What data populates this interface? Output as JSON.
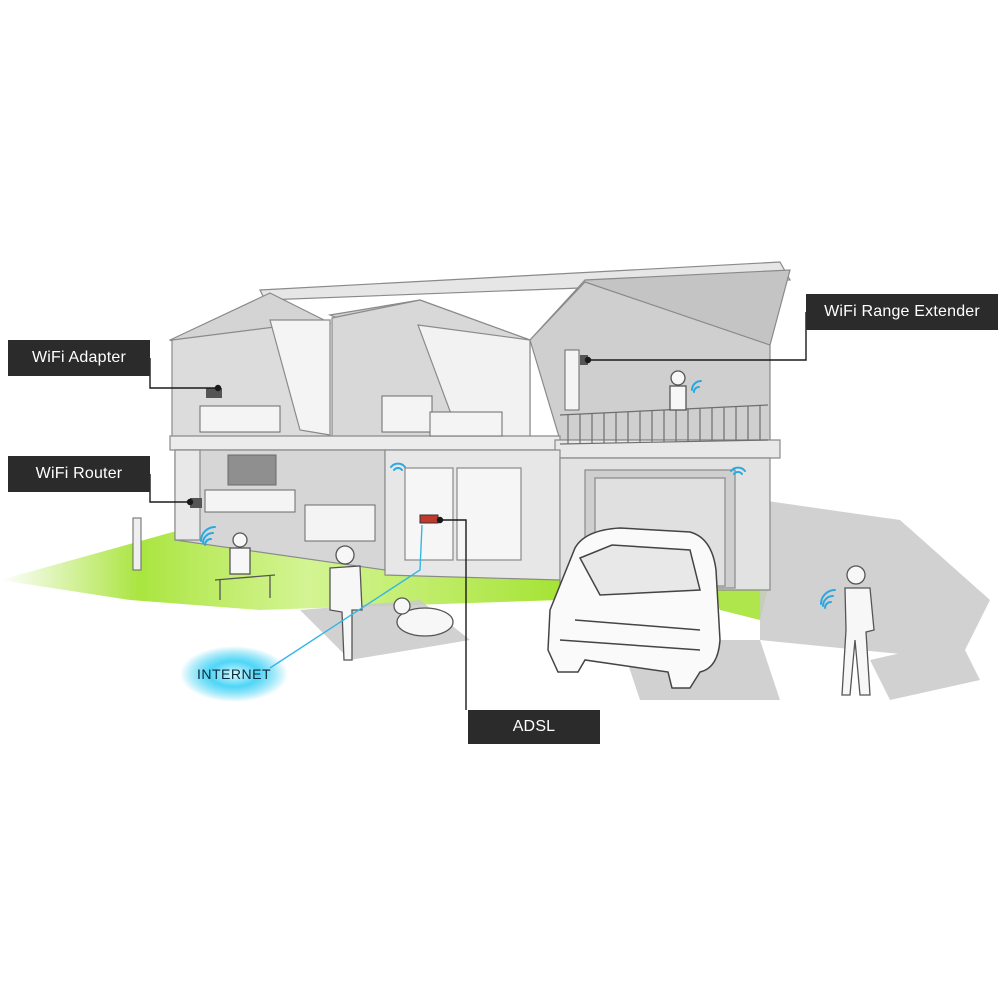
{
  "labels": {
    "wifi_adapter": "WiFi Adapter",
    "wifi_router": "WiFi Router",
    "wifi_range_extender": "WiFi Range Extender",
    "adsl": "ADSL",
    "internet": "INTERNET"
  },
  "colors": {
    "callout_bg": "#2b2b2b",
    "callout_text": "#ffffff",
    "lawn_green": "#9be01e",
    "internet_glow": "#1ec8f0",
    "signal_blue": "#29a9e0",
    "connection_line": "#35b6e6"
  }
}
